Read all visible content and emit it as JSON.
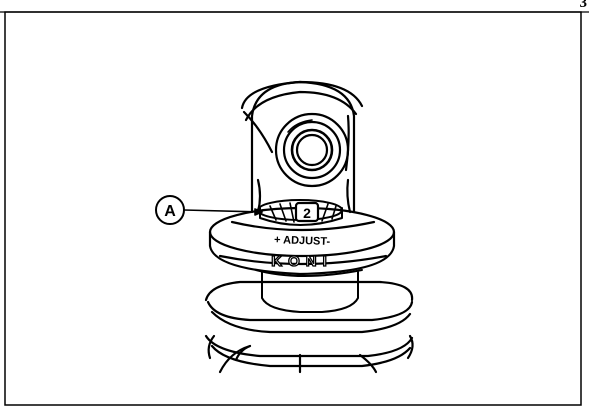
{
  "page": {
    "number_fragment": "3"
  },
  "callouts": [
    {
      "id": "A",
      "label": "A"
    }
  ],
  "dial": {
    "setting": "2"
  },
  "collar": {
    "adjust_text": "+ ADJUST-"
  },
  "spring_cap": {
    "brand_text": "KONI"
  },
  "colors": {
    "ink": "#000000",
    "paper": "#ffffff"
  }
}
